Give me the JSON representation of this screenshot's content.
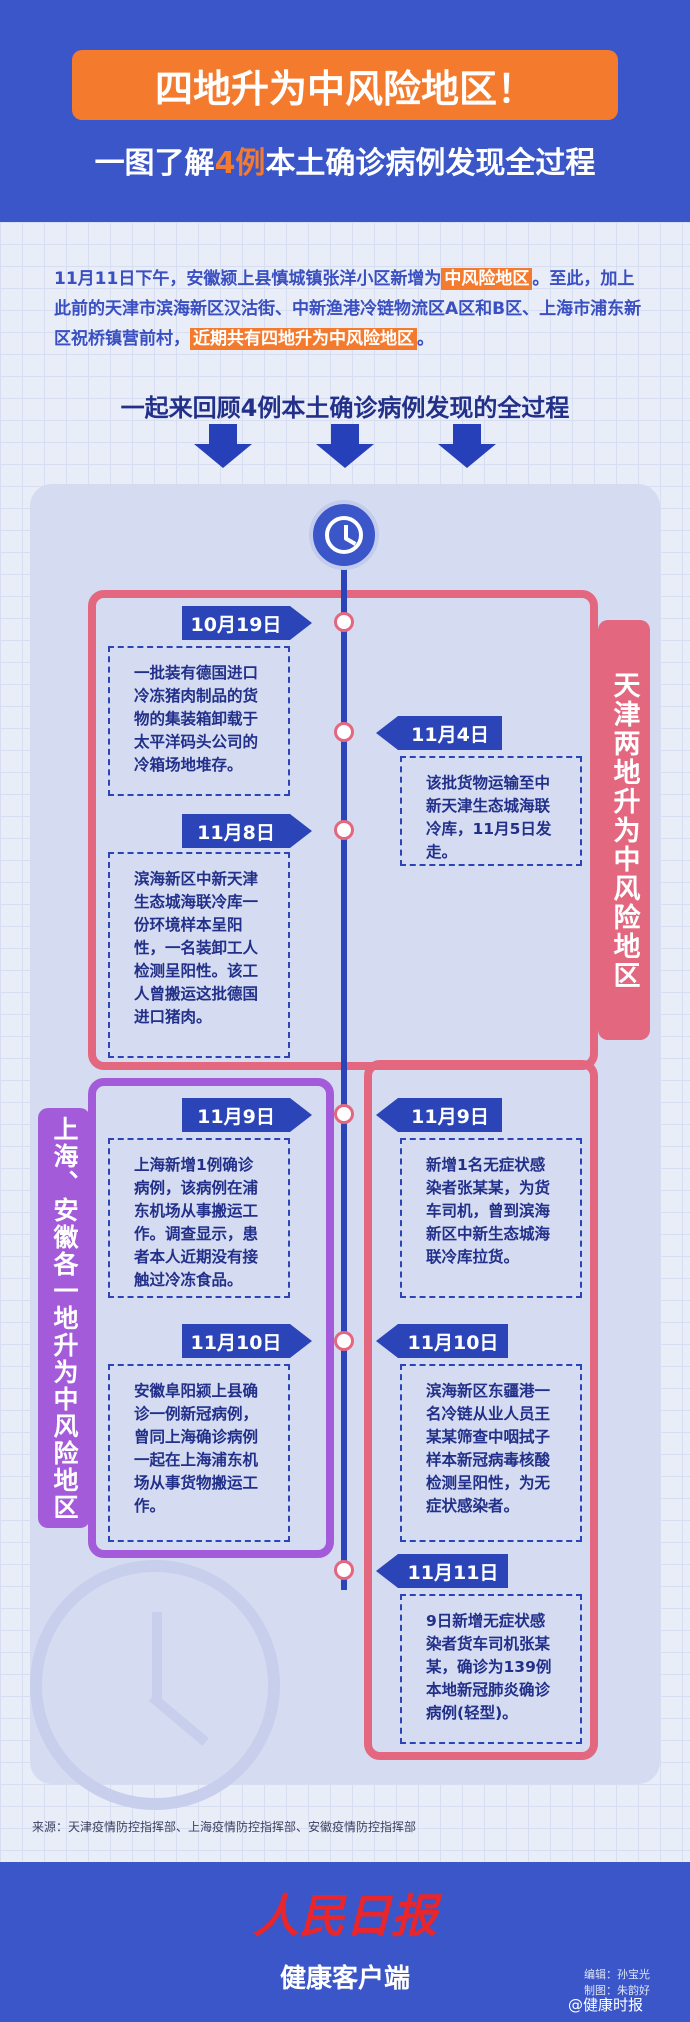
{
  "header": {
    "title": "四地升为中风险地区！",
    "subtitle_pre": "一图了解",
    "subtitle_hl": "4例",
    "subtitle_post": "本土确诊病例发现全过程"
  },
  "intro": {
    "part1": "11月11日下午，安徽颍上县慎城镇张洋小区新增为",
    "tag1": "中风险地区",
    "part2": "。至此，加上此前的天津市滨海新区汉沽街、中新渔港冷链物流区A区和B区、上海市浦东新区祝桥镇营前村，",
    "tag2": "近期共有四地升为中风险地区",
    "part3": "。"
  },
  "section_title": "一起来回顾4例本土确诊病例发现的全过程",
  "side_tabs": {
    "tianjin": "天津两地升为中风险地区",
    "shanghai": "上海、安徽各一地升为中风险地区"
  },
  "events": [
    {
      "date": "10月19日",
      "text": "一批装有德国进口冷冻猪肉制品的货物的集装箱卸载于太平洋码头公司的冷箱场地堆存。"
    },
    {
      "date": "11月4日",
      "text": "该批货物运输至中新天津生态城海联冷库，11月5日发走。"
    },
    {
      "date": "11月8日",
      "text": "滨海新区中新天津生态城海联冷库一份环境样本呈阳性，一名装卸工人检测呈阳性。该工人曾搬运这批德国进口猪肉。"
    },
    {
      "date": "11月9日",
      "text": "上海新增1例确诊病例，该病例在浦东机场从事搬运工作。调查显示，患者本人近期没有接触过冷冻食品。"
    },
    {
      "date": "11月9日",
      "text": "新增1名无症状感染者张某某，为货车司机，曾到滨海新区中新生态城海联冷库拉货。"
    },
    {
      "date": "11月10日",
      "text": "安徽阜阳颍上县确诊一例新冠病例，曾同上海确诊病例一起在上海浦东机场从事货物搬运工作。"
    },
    {
      "date": "11月10日",
      "text": "滨海新区东疆港一名冷链从业人员王某某筛查中咽拭子样本新冠病毒核酸检测呈阳性，为无症状感染者。"
    },
    {
      "date": "11月11日",
      "text": "9日新增无症状感染者货车司机张某某，确诊为139例本地新冠肺炎确诊病例(轻型)。"
    }
  ],
  "source": "来源：天津疫情防控指挥部、上海疫情防控指挥部、安徽疫情防控指挥部",
  "footer": {
    "logo": "人民日报",
    "brand": "健康客户端",
    "editor": "编辑：孙宝光",
    "producer": "制图：朱韵好",
    "weibo": "@健康时报"
  },
  "colors": {
    "primary_blue": "#3a56c8",
    "orange": "#f47a2e",
    "pink": "#e2677f",
    "purple": "#a35bd9"
  }
}
